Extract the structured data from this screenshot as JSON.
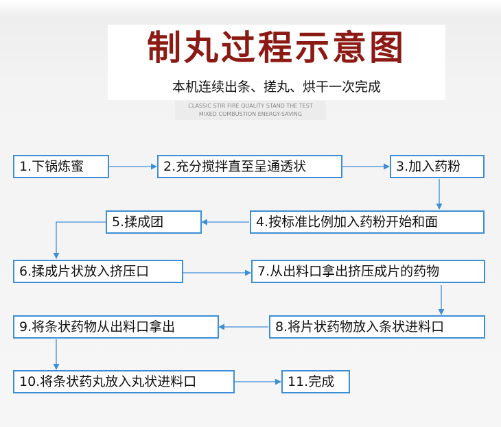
{
  "header": {
    "title": "制丸过程示意图",
    "subtitle": "本机连续出条、搓丸、烘干一次完成",
    "tagline_line1": "CLASSIC STIR FIRE QUALITY STAND THE TEST",
    "tagline_line2": "MIXED COMBUSTION ENERGY-SAVING"
  },
  "colors": {
    "title": "#8c1a14",
    "box_border": "#3d8ed6",
    "arrow": "#3d8ed6"
  },
  "steps": [
    "1.下锅炼蜜",
    "2.充分搅拌直至呈通透状",
    "3.加入药粉",
    "4.按标准比例加入药粉开始和面",
    "5.揉成团",
    "6.揉成片状放入挤压口",
    "7.从出料口拿出挤压成片的药物",
    "8.将片状药物放入条状进料口",
    "9.将条状药物从出料口拿出",
    "10.将条状药丸放入丸状进料口",
    "11.完成"
  ]
}
